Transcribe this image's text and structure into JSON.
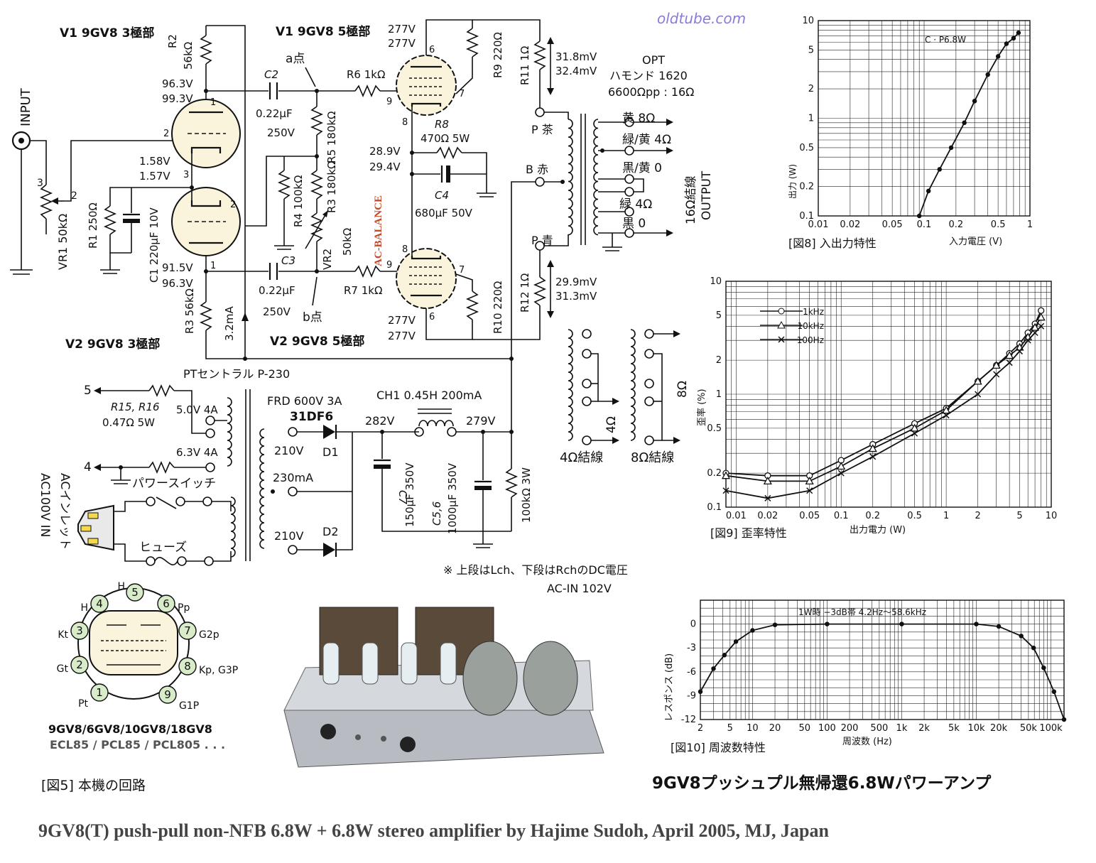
{
  "watermark": "oldtube.com",
  "circuit": {
    "v1_triode": "V1 9GV8 3極部",
    "v1_pentode": "V1 9GV8 5極部",
    "v2_triode": "V2 9GV8 3極部",
    "v2_pentode": "V2 9GV8 5極部",
    "input": "INPUT",
    "r2": "R2",
    "r2_val": "56kΩ",
    "v_top_plate_l": "96.3V",
    "v_top_plate_r": "99.3V",
    "c2": "C2",
    "c2_val1": "0.22μF",
    "c2_val2": "250V",
    "point_a": "a点",
    "point_b": "b点",
    "r6": "R6 1kΩ",
    "r7": "R7 1kΩ",
    "pent_top_v1": "277V",
    "pent_top_v2": "277V",
    "pent_bot_v1": "277V",
    "pent_bot_v2": "277V",
    "r9": "R9 220Ω",
    "r10": "R10 220Ω",
    "r11": "R11 1Ω",
    "r11_mv1": "31.8mV",
    "r11_mv2": "32.4mV",
    "r12": "R12 1Ω",
    "r12_mv1": "29.9mV",
    "r12_mv2": "31.3mV",
    "opt1": "OPT",
    "opt2": "ハモンド 1620",
    "opt3": "6600Ωpp : 16Ω",
    "r5": "R5 180kΩ",
    "r8": "R8",
    "r8_val": "470Ω 5W",
    "cat_v1": "28.9V",
    "cat_v2": "29.4V",
    "c4": "C4",
    "c4_val": "680μF 50V",
    "p_brown": "P 茶",
    "b_red": "B 赤",
    "p_blue": "P 青",
    "tap_yellow": "黄 8Ω",
    "tap_gy": "緑/黄 4Ω",
    "tap_by": "黒/黄 0",
    "tap_green": "緑 4Ω",
    "tap_black": "黒 0",
    "output_16": "16Ω結線",
    "output": "OUTPUT",
    "k_v1": "1.58V",
    "k_v2": "1.57V",
    "r1": "R1 250Ω",
    "c1": "C1 220μF 10V",
    "r4": "R4 100kΩ",
    "r3b": "R3 180kΩ",
    "vr2": "VR2",
    "vr2_val": "50kΩ",
    "ac_balance": "AC-BALANCE",
    "vr1": "VR1 50kΩ",
    "bot_plate_l": "91.5V",
    "bot_plate_r": "96.3V",
    "c3": "C3",
    "c3_val1": "0.22μF",
    "c3_val2": "250V",
    "r3": "R3 56kΩ",
    "ma": "3.2mA",
    "wiring_4": "4Ω結線",
    "wiring_8": "8Ω結線",
    "ohm4": "4Ω",
    "ohm8": "8Ω",
    "pt": "PTセントラル P-230",
    "r15": "R15, R16",
    "r15_val": "0.47Ω 5W",
    "h5": "5.0V 4A",
    "h6": "6.3V 4A",
    "node5": "5",
    "node4": "4",
    "power_sw": "パワースイッチ",
    "ac_inlet": "ACインレット",
    "ac100": "AC100V IN",
    "fuse": "ヒューズ",
    "frd": "FRD 600V 3A",
    "diode": "31DF6",
    "d1": "D1",
    "d2": "D2",
    "sec1": "210V",
    "sec_mid": "230mA",
    "sec2": "210V",
    "ch1": "CH1 0.45H 200mA",
    "v282": "282V",
    "v279": "279V",
    "c7": "C7",
    "c7_val": "150μF 350V",
    "c56": "C5,6",
    "c56_val": "1000μF 350V",
    "r_bleed": "100kΩ 3W",
    "note1": "※ 上段はLch、下段はRchのDC電圧",
    "note2": "AC-IN 102V"
  },
  "tube_pinout": {
    "pins": [
      "1",
      "2",
      "3",
      "4",
      "5",
      "6",
      "7",
      "8",
      "9"
    ],
    "labels": [
      "Pt",
      "Gt",
      "Kt",
      "H",
      "H",
      "Pp",
      "G2p",
      "Kp, G3P",
      "G1P"
    ],
    "title": "9GV8/6GV8/10GV8/18GV8",
    "subtitle": "ECL85 / PCL85 / PCL805 . . ."
  },
  "figure5_caption": "[図5] 本機の回路",
  "amp_title": "9GV8プッシュプル無帰還6.8Wパワーアンプ",
  "footer_caption": "9GV8(T) push-pull non-NFB 6.8W + 6.8W stereo amplifier by Hajime Sudoh, April 2005, MJ, Japan",
  "chart_data": [
    {
      "type": "line",
      "caption": "[図8] 入出力特性",
      "xlabel": "入力電圧 (V)",
      "ylabel": "出力 (W)",
      "x_scale": "log",
      "y_scale": "log",
      "xlim": [
        0.01,
        1
      ],
      "ylim": [
        0.1,
        10
      ],
      "x_ticks": [
        "0.01",
        "0.02",
        "0.05",
        "0.1",
        "0.2",
        "0.5",
        "1"
      ],
      "y_ticks": [
        "0.1",
        "0.2",
        "0.5",
        "1",
        "2",
        "5",
        "10"
      ],
      "annotation": "C · P6.8W",
      "series": [
        {
          "x": [
            0.09,
            0.11,
            0.14,
            0.18,
            0.24,
            0.3,
            0.4,
            0.5,
            0.6,
            0.7,
            0.78
          ],
          "y": [
            0.1,
            0.18,
            0.3,
            0.5,
            0.9,
            1.5,
            2.8,
            4.3,
            5.8,
            6.6,
            7.5
          ]
        }
      ],
      "grid": true
    },
    {
      "type": "line",
      "caption": "[図9] 歪率特性",
      "xlabel": "出力電力 (W)",
      "ylabel": "歪率 (%)",
      "x_scale": "log",
      "y_scale": "log",
      "xlim": [
        0.008,
        10
      ],
      "ylim": [
        0.1,
        10
      ],
      "x_ticks": [
        "0.01",
        "0.02",
        "0.05",
        "0.1",
        "0.2",
        "0.5",
        "1",
        "2",
        "5",
        "10"
      ],
      "y_ticks": [
        "0.1",
        "0.2",
        "0.5",
        "1",
        "2",
        "5",
        "10"
      ],
      "legend_position": "top-left",
      "series": [
        {
          "name": "1kHz",
          "marker": "circle",
          "x": [
            0.008,
            0.02,
            0.05,
            0.1,
            0.2,
            0.5,
            1,
            2,
            3,
            4,
            5,
            6,
            7,
            8
          ],
          "y": [
            0.2,
            0.19,
            0.19,
            0.26,
            0.36,
            0.55,
            0.75,
            1.3,
            1.8,
            2.3,
            2.8,
            3.5,
            4.2,
            5.5
          ]
        },
        {
          "name": "10kHz",
          "marker": "triangle",
          "x": [
            0.008,
            0.02,
            0.05,
            0.1,
            0.2,
            0.5,
            1,
            2,
            3,
            4,
            5,
            6,
            7,
            8
          ],
          "y": [
            0.19,
            0.17,
            0.17,
            0.23,
            0.33,
            0.5,
            0.72,
            1.3,
            1.8,
            2.2,
            2.6,
            3.2,
            3.9,
            4.8
          ]
        },
        {
          "name": "100Hz",
          "marker": "x",
          "x": [
            0.008,
            0.02,
            0.05,
            0.1,
            0.2,
            0.5,
            1,
            2,
            3,
            4,
            5,
            6,
            7,
            8
          ],
          "y": [
            0.14,
            0.12,
            0.14,
            0.2,
            0.28,
            0.45,
            0.65,
            1.0,
            1.5,
            1.9,
            2.4,
            3.0,
            3.5,
            4.0
          ]
        }
      ],
      "grid": true
    },
    {
      "type": "line",
      "caption": "[図10] 周波数特性",
      "xlabel": "周波数 (Hz)",
      "ylabel": "レスポンス (dB)",
      "x_scale": "log",
      "xlim": [
        2,
        150000
      ],
      "ylim": [
        -12,
        3
      ],
      "x_ticks": [
        "2",
        "5",
        "10",
        "20",
        "50",
        "100",
        "200",
        "500",
        "1k",
        "2k",
        "5k",
        "10k",
        "20k",
        "50k",
        "100k"
      ],
      "y_ticks": [
        "0",
        "-3",
        "-6",
        "-9",
        "-12"
      ],
      "annotation": "1W時 −3dB帯 4.2Hz〜58.6kHz",
      "series": [
        {
          "x": [
            2,
            3,
            4.2,
            6,
            10,
            20,
            100,
            1000,
            10000,
            20000,
            40000,
            58600,
            80000,
            110000,
            150000
          ],
          "y": [
            -8.5,
            -5.6,
            -3.9,
            -2.2,
            -0.8,
            -0.1,
            0,
            0,
            0,
            -0.3,
            -1.5,
            -3,
            -5.5,
            -8.5,
            -12
          ]
        }
      ],
      "grid": true
    }
  ]
}
